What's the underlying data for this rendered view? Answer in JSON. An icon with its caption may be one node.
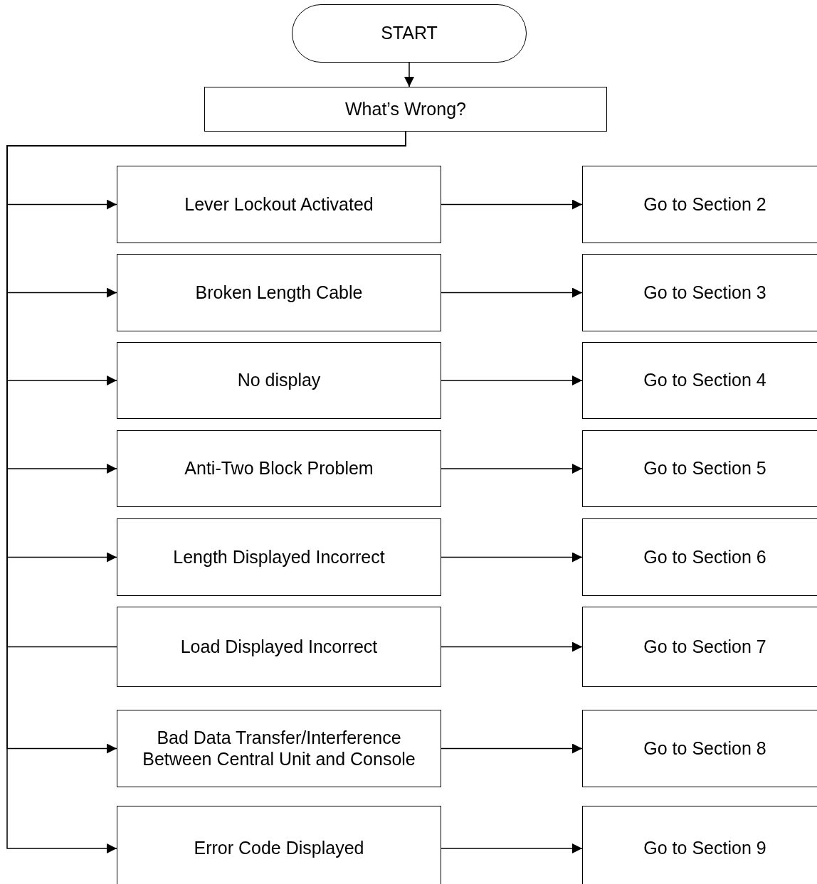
{
  "diagram": {
    "nodes": [
      {
        "text": [
          "START"
        ]
      },
      {
        "text": [
          "What’s Wrong?"
        ]
      },
      {
        "text": [
          "Lever Lockout Activated"
        ]
      },
      {
        "text": [
          "Go to Section 2"
        ]
      },
      {
        "text": [
          "Broken Length Cable"
        ]
      },
      {
        "text": [
          "Go to Section 3"
        ]
      },
      {
        "text": [
          "No display"
        ]
      },
      {
        "text": [
          "Go to Section 4"
        ]
      },
      {
        "text": [
          "Anti-Two Block Problem"
        ]
      },
      {
        "text": [
          "Go to Section 5"
        ]
      },
      {
        "text": [
          "Length Displayed Incorrect"
        ]
      },
      {
        "text": [
          "Go to Section 6"
        ]
      },
      {
        "text": [
          "Load Displayed Incorrect"
        ]
      },
      {
        "text": [
          "Go to Section 7"
        ]
      },
      {
        "text": [
          "Bad Data Transfer/Interference Between Central Unit and Console"
        ]
      },
      {
        "text": [
          "Go to Section 8"
        ]
      },
      {
        "text": [
          "Error Code Displayed"
        ]
      },
      {
        "text": [
          "Go to Section 9"
        ]
      }
    ],
    "edges": [
      {
        "from": 0,
        "to": 1,
        "arrow": "to"
      },
      {
        "from": 1,
        "to": 2,
        "arrow": "to"
      },
      {
        "from": 2,
        "to": 3,
        "arrow": "to"
      },
      {
        "from": 1,
        "to": 4,
        "arrow": "to"
      },
      {
        "from": 4,
        "to": 5,
        "arrow": "to"
      },
      {
        "from": 1,
        "to": 6,
        "arrow": "to"
      },
      {
        "from": 6,
        "to": 7,
        "arrow": "to"
      },
      {
        "from": 1,
        "to": 8,
        "arrow": "to"
      },
      {
        "from": 8,
        "to": 9,
        "arrow": "to"
      },
      {
        "from": 1,
        "to": 10,
        "arrow": "to"
      },
      {
        "from": 10,
        "to": 11,
        "arrow": "to"
      },
      {
        "from": 1,
        "to": 12,
        "arrow": "none"
      },
      {
        "from": 12,
        "to": 13,
        "arrow": "to"
      },
      {
        "from": 1,
        "to": 14,
        "arrow": "to"
      },
      {
        "from": 14,
        "to": 15,
        "arrow": "to"
      },
      {
        "from": 1,
        "to": 16,
        "arrow": "to"
      },
      {
        "from": 16,
        "to": 17,
        "arrow": "to"
      }
    ]
  }
}
